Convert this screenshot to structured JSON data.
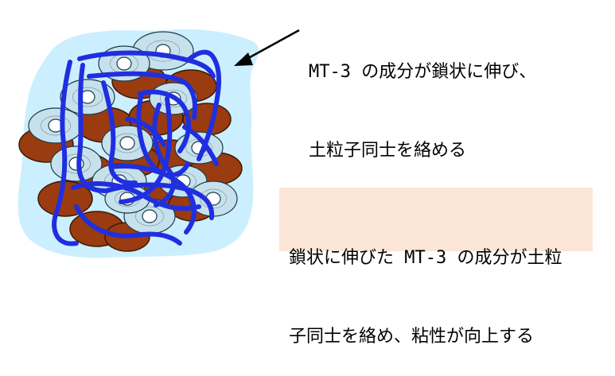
{
  "colors": {
    "background_blob": "#ccefff",
    "soil_particle": "#9b3b10",
    "soil_particle_outline": "#3b1a08",
    "grain_fill": "#c7e1ec",
    "grain_outline": "#1a3a4a",
    "chain": "#1f2fe0",
    "callout_fill": "#fbe5d6",
    "arrow": "#000000"
  },
  "labels": {
    "top_callout_line1": "MT-3 の成分が鎖状に伸び、",
    "top_callout_line2": "土粒子同士を絡める",
    "box_callout_line1": "鎖状に伸びた MT-3 の成分が土粒",
    "box_callout_line2": "子同士を絡め、粘性が向上する"
  }
}
